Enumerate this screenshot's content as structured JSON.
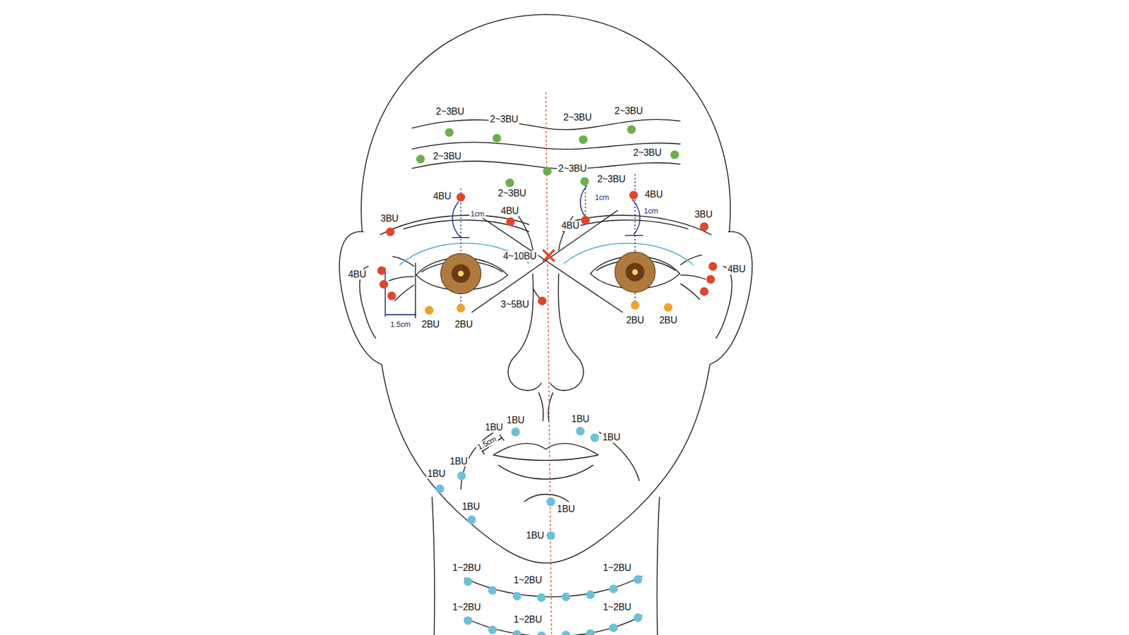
{
  "diagram": {
    "labels": [
      "2~3BU",
      "2~3BU",
      "2~3BU",
      "2~3BU",
      "2~3BU",
      "2~3BU",
      "2~3BU",
      "2~3BU",
      "2~3BU",
      "4BU",
      "4BU",
      "1cm",
      "4BU",
      "1cm",
      "1cm",
      "3BU",
      "3BU",
      "4BU",
      "4~10BU",
      "4BU",
      "4BU",
      "3~5BU",
      "2BU",
      "2BU",
      "1.5cm",
      "2BU",
      "2BU",
      "1BU",
      "1BU",
      "1BU",
      "1BU",
      "1.5cm",
      "1BU",
      "1BU",
      "1BU",
      "1BU",
      "1BU",
      "1~2BU",
      "1~2BU",
      "1~2BU",
      "1~2BU",
      "1~2BU",
      "1~2BU"
    ]
  }
}
